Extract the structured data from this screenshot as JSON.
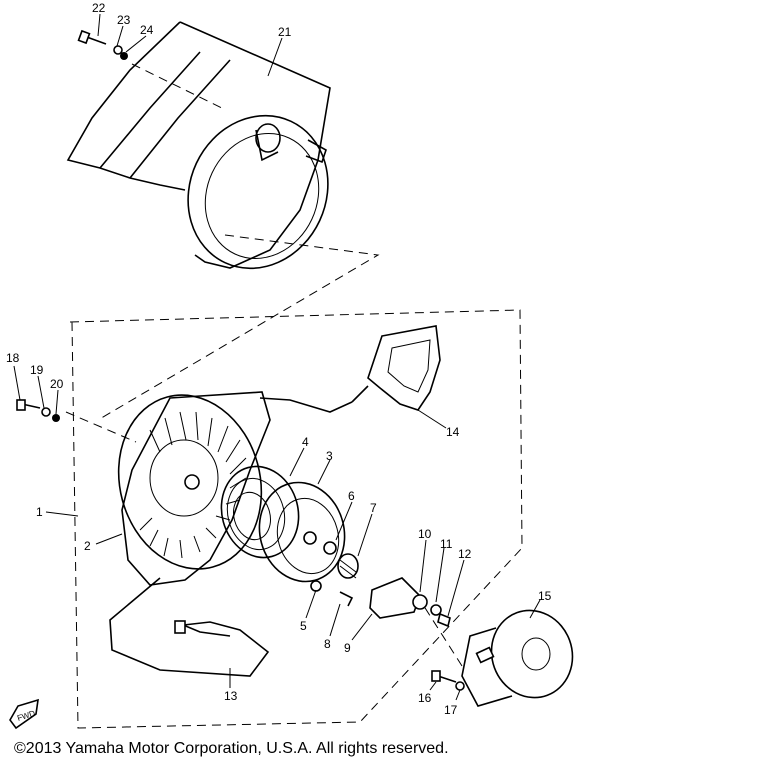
{
  "diagram": {
    "callouts": [
      "1",
      "2",
      "3",
      "4",
      "5",
      "6",
      "7",
      "8",
      "9",
      "10",
      "11",
      "12",
      "13",
      "14",
      "15",
      "16",
      "17",
      "18",
      "19",
      "20",
      "21",
      "22",
      "23",
      "24"
    ],
    "fwd_label": "FWD"
  },
  "footer": {
    "copyright": "©2013 Yamaha Motor Corporation, U.S.A. All rights reserved."
  }
}
